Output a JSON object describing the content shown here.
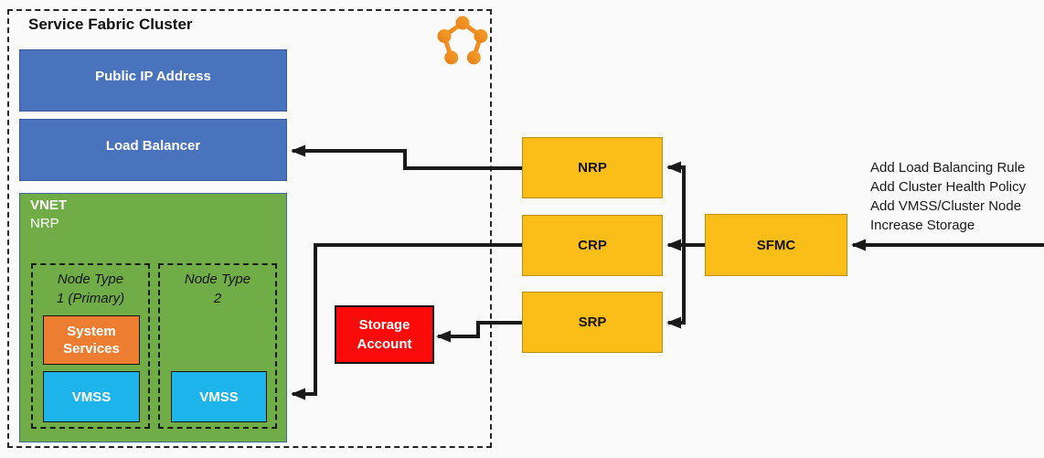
{
  "cluster": {
    "title": "Service Fabric Cluster",
    "public_ip": "Public IP Address",
    "load_balancer": "Load Balancer",
    "vnet": {
      "label": "VNET",
      "sublabel": "NRP",
      "node_type_1": "Node Type\n1 (Primary)",
      "node_type_2": "Node Type\n2",
      "system_services": "System\nServices",
      "vmss_1": "VMSS",
      "vmss_2": "VMSS"
    }
  },
  "providers": {
    "nrp": "NRP",
    "crp": "CRP",
    "srp": "SRP",
    "sfmc": "SFMC"
  },
  "storage_account": "Storage\nAccount",
  "annotations": [
    "Add Load Balancing Rule",
    "Add Cluster Health Policy",
    "Add VMSS/Cluster Node",
    "Increase Storage"
  ],
  "icons": {
    "service_fabric": "service-fabric-cluster-logo"
  },
  "colors": {
    "blue_box": "#4A73BE",
    "green_vnet": "#70AD47",
    "orange_system_services": "#ED7D31",
    "cyan_vmss": "#1CB4EA",
    "yellow_provider": "#FBBE18",
    "red_storage": "#FB0A0A",
    "logo_orange": "#F08A20",
    "arrow": "#1A1A1A"
  }
}
